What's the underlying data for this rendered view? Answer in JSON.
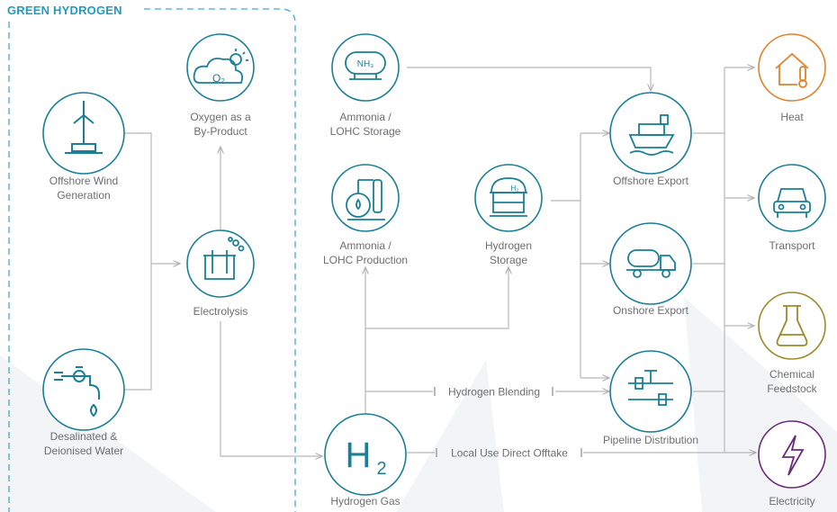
{
  "section_title": "GREEN HYDROGEN",
  "colors": {
    "teal": "#1a7f97",
    "orange": "#e0822e",
    "coral": "#d9534f",
    "green": "#2e8b57",
    "olive": "#9a8a2a",
    "purple": "#6a2c7a",
    "line": "#b8b8b8",
    "dash": "#4aa7c9"
  },
  "nodes": {
    "offshore_wind": {
      "label_1": "Offshore Wind",
      "label_2": "Generation",
      "icon": "wind-turbine-icon"
    },
    "water": {
      "label_1": "Desalinated &",
      "label_2": "Deionised Water",
      "icon": "water-tap-icon"
    },
    "oxygen": {
      "label_1": "Oxygen as a",
      "label_2": "By-Product",
      "icon": "oxygen-cloud-icon",
      "glyph": "O₂"
    },
    "electrolysis": {
      "label_1": "Electrolysis",
      "icon": "electrolysis-icon"
    },
    "ammonia_storage": {
      "label_1": "Ammonia /",
      "label_2": "LOHC Storage",
      "icon": "ammonia-tank-icon",
      "glyph": "NH₃"
    },
    "ammonia_production": {
      "label_1": "Ammonia /",
      "label_2": "LOHC Production",
      "icon": "ammonia-plant-icon"
    },
    "hydrogen_storage": {
      "label_1": "Hydrogen",
      "label_2": "Storage",
      "icon": "hydrogen-tank-icon",
      "glyph": "H₂"
    },
    "hydrogen_gas": {
      "label_1": "Hydrogen Gas",
      "icon": "h2-icon",
      "glyph_main": "H",
      "glyph_sub": "2"
    },
    "offshore_export": {
      "label_1": "Offshore Export",
      "icon": "ship-icon"
    },
    "onshore_export": {
      "label_1": "Onshore Export",
      "icon": "tanker-truck-icon"
    },
    "pipeline": {
      "label_1": "Pipeline Distribution",
      "icon": "pipeline-icon"
    },
    "heat": {
      "label_1": "Heat",
      "icon": "house-thermometer-icon"
    },
    "transport": {
      "label_1": "Transport",
      "icon": "car-icon"
    },
    "chemical": {
      "label_1": "Chemical",
      "label_2": "Feedstock",
      "icon": "flask-icon"
    },
    "electricity": {
      "label_1": "Electricity",
      "icon": "lightning-icon"
    }
  },
  "edge_labels": {
    "blending": "Hydrogen Blending",
    "local_use": "Local Use Direct Offtake"
  }
}
